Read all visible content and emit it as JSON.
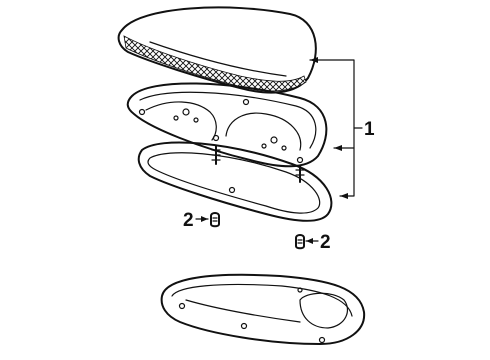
{
  "callouts": {
    "assembly": "1",
    "bulb_left": "2",
    "bulb_right": "2"
  },
  "colors": {
    "line": "#111111",
    "background": "#ffffff"
  }
}
